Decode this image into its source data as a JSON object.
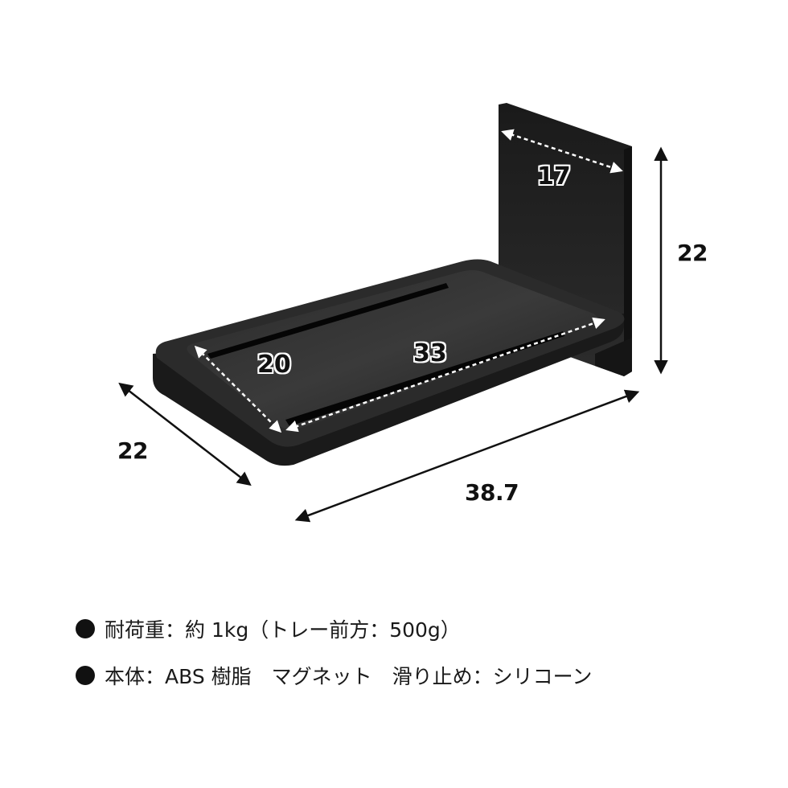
{
  "product": {
    "description": "Magnetic folding tray shelf with back panel, dimension diagram",
    "color": "#1c1c1c"
  },
  "dimensions": {
    "overall_width": "38.7",
    "overall_depth": "22",
    "overall_height": "22",
    "back_panel_width": "17",
    "tray_inner_width": "33",
    "tray_inner_depth": "20"
  },
  "specs": [
    {
      "bullet": "●",
      "text": "耐荷重：約 1kg（トレー前方：500g）"
    },
    {
      "bullet": "●",
      "text": "本体：ABS 樹脂　マグネット　滑り止め：シリコーン"
    }
  ],
  "colors": {
    "background": "#ffffff",
    "product_dark": "#1c1c1c",
    "dimension_line": "#111111",
    "inner_dimension_line": "#ffffff"
  }
}
